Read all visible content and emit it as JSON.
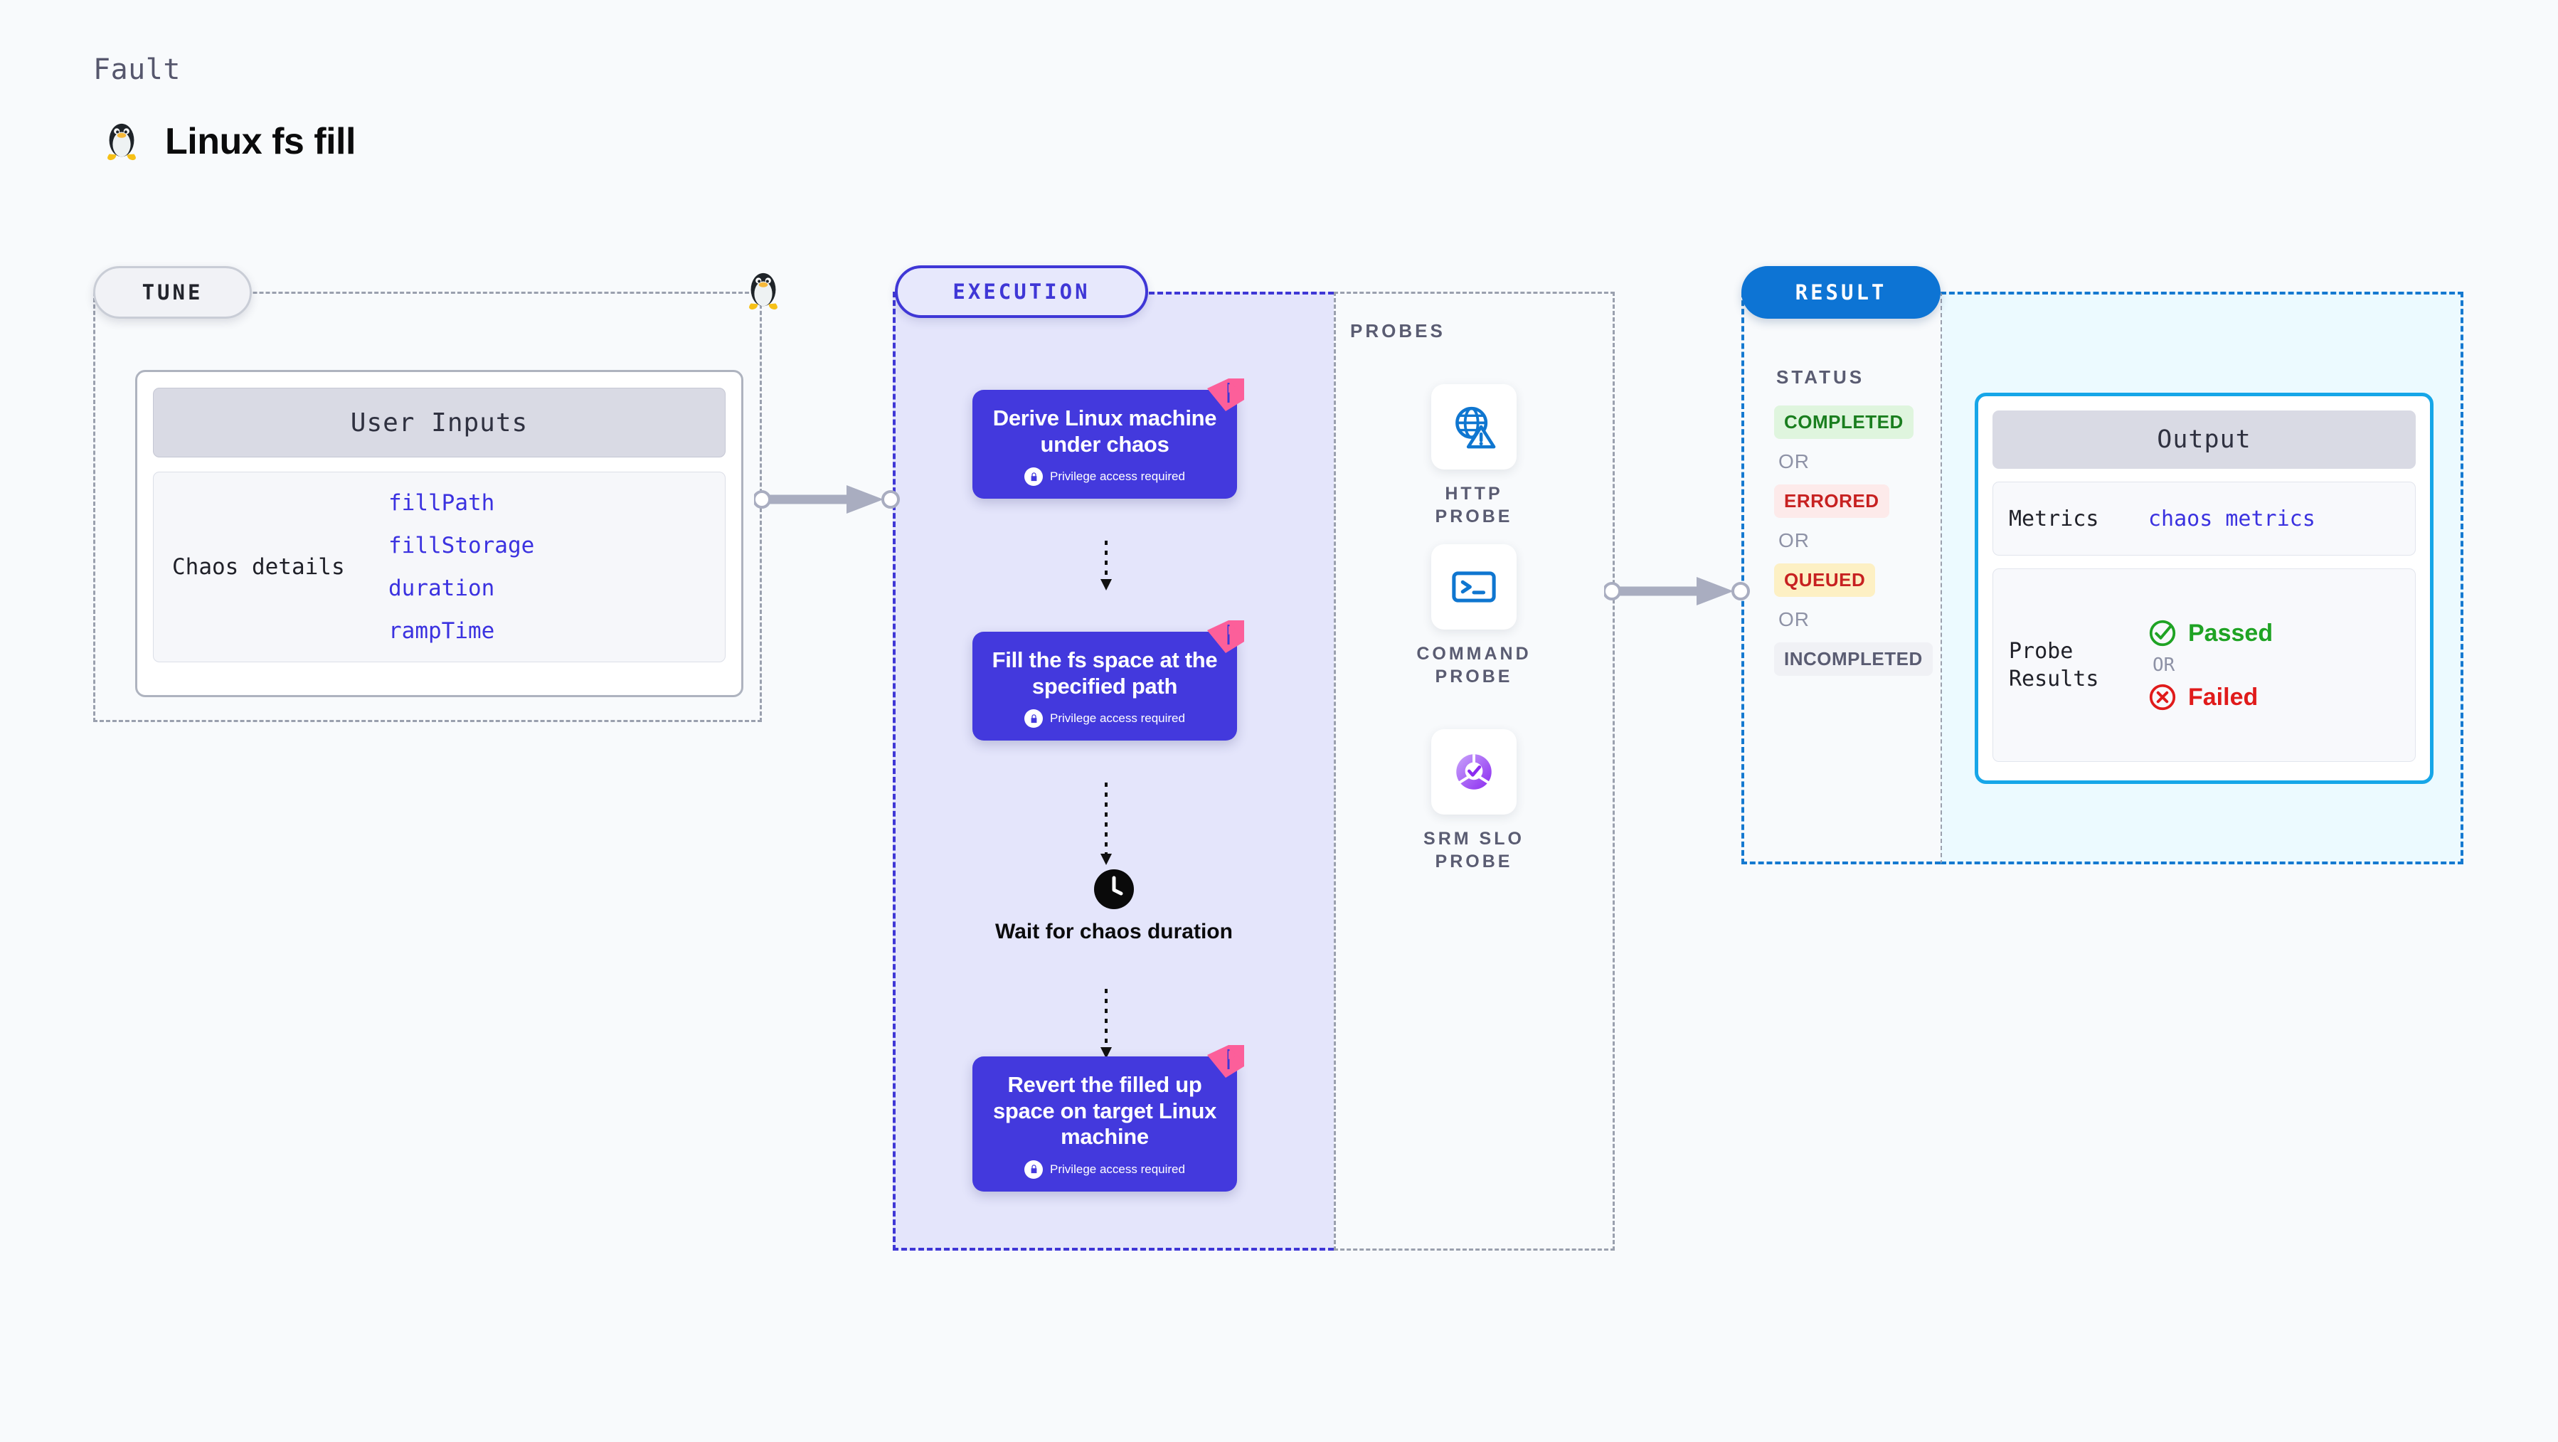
{
  "header": {
    "kicker": "Fault",
    "title": "Linux fs fill",
    "icon": "tux-penguin-icon"
  },
  "tune": {
    "pill_label": "TUNE",
    "card_title": "User Inputs",
    "details_label": "Chaos details",
    "params": [
      "fillPath",
      "fillStorage",
      "duration",
      "rampTime"
    ],
    "corner_icon": "tux-penguin-icon"
  },
  "execution": {
    "pill_label": "EXECUTION",
    "privilege_note": "Privilege access required",
    "steps": [
      {
        "title": "Derive Linux machine under chaos",
        "privileged": true,
        "ribbon": true
      },
      {
        "title": "Fill the fs space at the specified path",
        "privileged": true,
        "ribbon": true
      },
      {
        "title": "Wait for chaos duration",
        "privileged": false,
        "ribbon": false,
        "icon": "clock-icon"
      },
      {
        "title": "Revert the filled up space on target Linux machine",
        "privileged": true,
        "ribbon": true
      }
    ]
  },
  "probes": {
    "title": "PROBES",
    "items": [
      {
        "label": "HTTP PROBE",
        "icon": "globe-warning-icon"
      },
      {
        "label": "COMMAND PROBE",
        "icon": "terminal-icon"
      },
      {
        "label": "SRM SLO PROBE",
        "icon": "slo-donut-check-icon"
      }
    ]
  },
  "result": {
    "pill_label": "RESULT",
    "status_title": "STATUS",
    "or_label": "OR",
    "statuses": [
      {
        "label": "COMPLETED",
        "color": "#1a7e1f",
        "bg": "#dff5de"
      },
      {
        "label": "ERRORED",
        "color": "#c72121",
        "bg": "#fdeaea"
      },
      {
        "label": "QUEUED",
        "color": "#c72121",
        "bg": "#fdf0c4"
      },
      {
        "label": "INCOMPLETED",
        "color": "#5a5c72",
        "bg": "#f0f1f5"
      }
    ],
    "output": {
      "header": "Output",
      "metrics_key": "Metrics",
      "metrics_value": "chaos metrics",
      "probe_results_key": "Probe Results",
      "passed_label": "Passed",
      "failed_label": "Failed",
      "or_label": "OR",
      "passed_color": "#1fa324",
      "failed_color": "#e01b1b"
    }
  },
  "colors": {
    "indigo": "#4339dd",
    "indigo_light": "#e4e5fb",
    "blue": "#0d74d4",
    "cyan": "#16a6e8",
    "ribbon_pink": "#fc5f9a",
    "gray_dash": "#9aa0ae"
  }
}
